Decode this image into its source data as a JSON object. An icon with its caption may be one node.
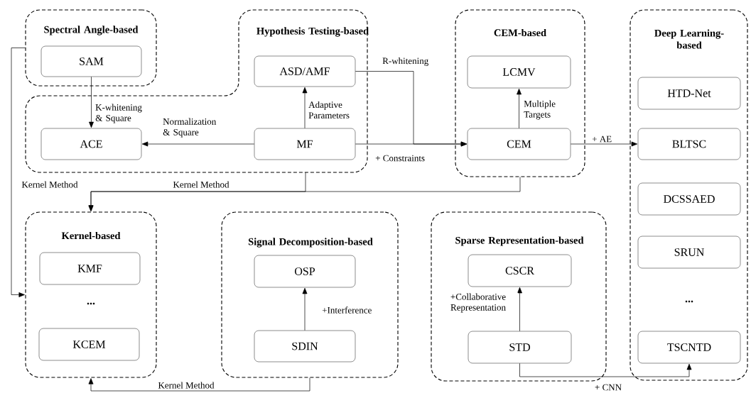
{
  "diagram": {
    "nodes": [
      {
        "text": [
          "Spectral Angle-based"
        ]
      },
      {
        "text": [
          "SAM"
        ],
        "in": 0
      },
      {
        "text": [
          "Hypothesis Testing-based"
        ]
      },
      {
        "text": [
          "ASD/AMF"
        ],
        "in": 2
      },
      {
        "text": [
          "ACE"
        ],
        "in": 2
      },
      {
        "text": [
          "MF"
        ],
        "in": 2
      },
      {
        "text": [
          "CEM-based"
        ]
      },
      {
        "text": [
          "LCMV"
        ],
        "in": 6
      },
      {
        "text": [
          "CEM"
        ],
        "in": 6
      },
      {
        "text": [
          "Deep Learning-based"
        ]
      },
      {
        "text": [
          "HTD-Net"
        ],
        "in": 9
      },
      {
        "text": [
          "BLTSC"
        ],
        "in": 9
      },
      {
        "text": [
          "DCSSAED"
        ],
        "in": 9
      },
      {
        "text": [
          "SRUN"
        ],
        "in": 9
      },
      {
        "text": [
          "TSCNTD"
        ],
        "in": 9
      },
      {
        "text": [
          "Kernel-based"
        ]
      },
      {
        "text": [
          "KMF"
        ],
        "in": 15
      },
      {
        "text": [
          "KCEM"
        ],
        "in": 15
      },
      {
        "text": [
          "Signal Decomposition-based"
        ]
      },
      {
        "text": [
          "OSP"
        ],
        "in": 18
      },
      {
        "text": [
          "SDIN"
        ],
        "in": 18
      },
      {
        "text": [
          "Sparse Representation-based"
        ]
      },
      {
        "text": [
          "CSCR"
        ],
        "in": 21
      },
      {
        "text": [
          "STD"
        ],
        "in": 21
      }
    ],
    "edges": [
      {
        "from": 1,
        "to": 4,
        "arrow": "to",
        "label": "K-whitening & Square"
      },
      {
        "from": 5,
        "to": 4,
        "arrow": "to",
        "label": "Normalization & Square"
      },
      {
        "from": 5,
        "to": 3,
        "arrow": "to",
        "label": "Adaptive Parameters"
      },
      {
        "from": 3,
        "to": 8,
        "arrow": "to",
        "label": "R-whitening"
      },
      {
        "from": 5,
        "to": 8,
        "arrow": "to",
        "label": "+ Constraints"
      },
      {
        "from": 8,
        "to": 7,
        "arrow": "to",
        "label": "Multiple Targets"
      },
      {
        "from": 8,
        "to": 11,
        "arrow": "to",
        "label": "+ AE"
      },
      {
        "from": 2,
        "to": 15,
        "arrow": "to",
        "label": "Kernel Method"
      },
      {
        "from": 6,
        "to": 15,
        "arrow": "to"
      },
      {
        "from": 0,
        "to": 15,
        "arrow": "to",
        "label": "Kernel Method"
      },
      {
        "from": 18,
        "to": 15,
        "arrow": "to",
        "label": "Kernel Method"
      },
      {
        "from": 20,
        "to": 19,
        "arrow": "to",
        "label": "+Interference"
      },
      {
        "from": 23,
        "to": 22,
        "arrow": "to",
        "label": "+Collaborative Representation"
      },
      {
        "from": 23,
        "to": 14,
        "arrow": "to",
        "label": "+ CNN"
      }
    ],
    "labels": [
      "...",
      "..."
    ]
  }
}
